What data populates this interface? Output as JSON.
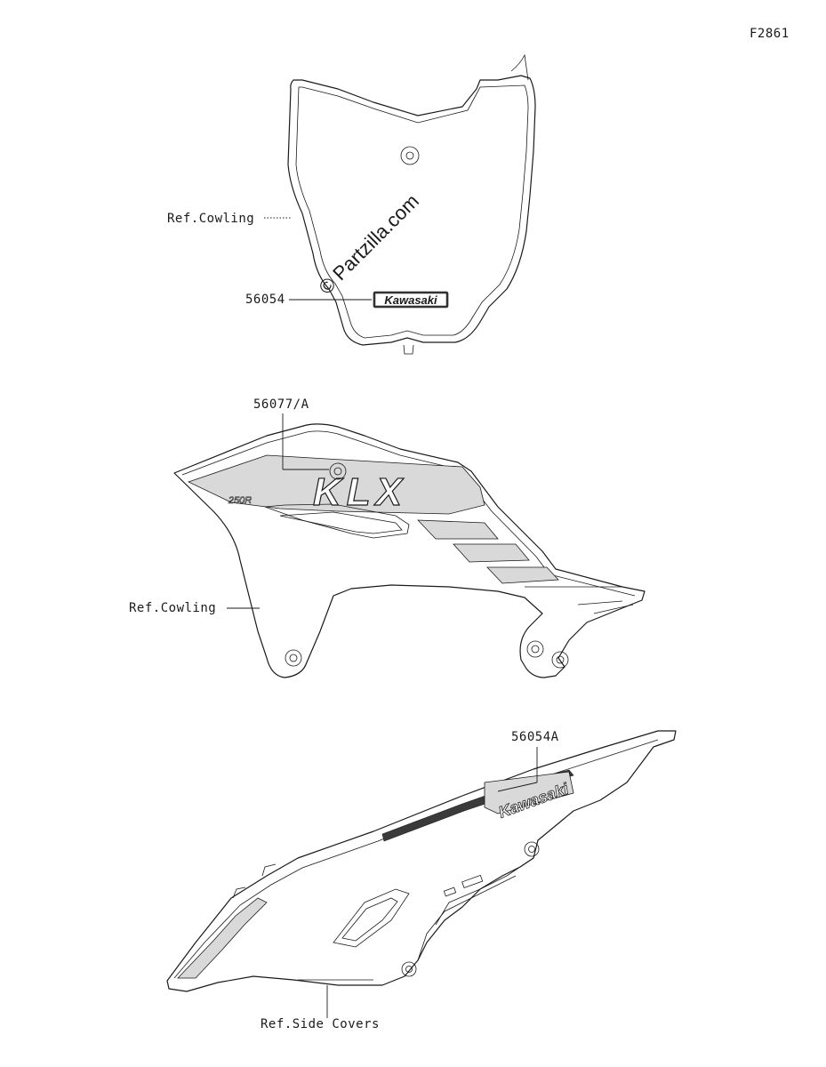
{
  "figure_code": "F2861",
  "watermark": "© Partzilla.com",
  "callouts": {
    "ref_cowling_top": "Ref.Cowling",
    "part_56054": "56054",
    "part_56077a": "56077/A",
    "ref_cowling_mid": "Ref.Cowling",
    "part_56054a": "56054A",
    "ref_side_covers": "Ref.Side Covers"
  },
  "decals": {
    "front_brand": "Kawasaki",
    "shroud_model": "KLX",
    "shroud_sub": "250R",
    "side_brand": "Kawasaki"
  }
}
